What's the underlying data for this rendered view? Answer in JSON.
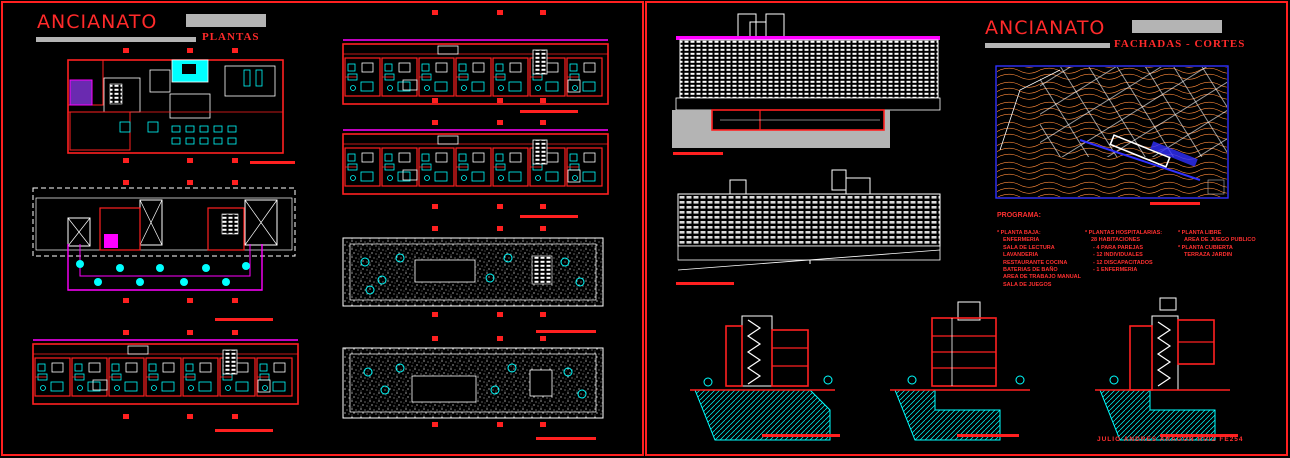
{
  "left_sheet": {
    "title": "ANCIANATO",
    "subtitle": "PLANTAS"
  },
  "right_sheet": {
    "title": "ANCIANATO",
    "subtitle": "FACHADAS - CORTES"
  },
  "programa": {
    "heading": "PROGRAMA:",
    "col1": [
      "* PLANTA BAJA:",
      "ENFERMERIA",
      "SALA DE LECTURA",
      "LAVANDERIA",
      "RESTAURANTE COCINA",
      "BATERIAS DE BAÑO",
      "AREA DE TRABAJO MANUAL",
      "SALA DE JUEGOS"
    ],
    "col2": [
      "* PLANTAS HOSPITALARIAS:",
      "28 HABITACIONES",
      "- 4 PARA PAREJAS",
      "- 12 INDIVIDUALES",
      "- 12 DISCAPACITADOS",
      "- 1 ENFERMERIA"
    ],
    "col3": [
      "* PLANTA LIBRE",
      "AREA DE JUEGO PUBLICO",
      "* PLANTA CUBIERTA",
      "TERRAZA JARDIN"
    ]
  },
  "author": "JULIO ANDRES ARAGON RUIZ  FE254",
  "colors": {
    "red": "#ff2020",
    "magenta": "#ff00ff",
    "cyan": "#00ffff",
    "white": "#ffffff",
    "blue": "#3030ff",
    "grey": "#b4b4b4"
  }
}
